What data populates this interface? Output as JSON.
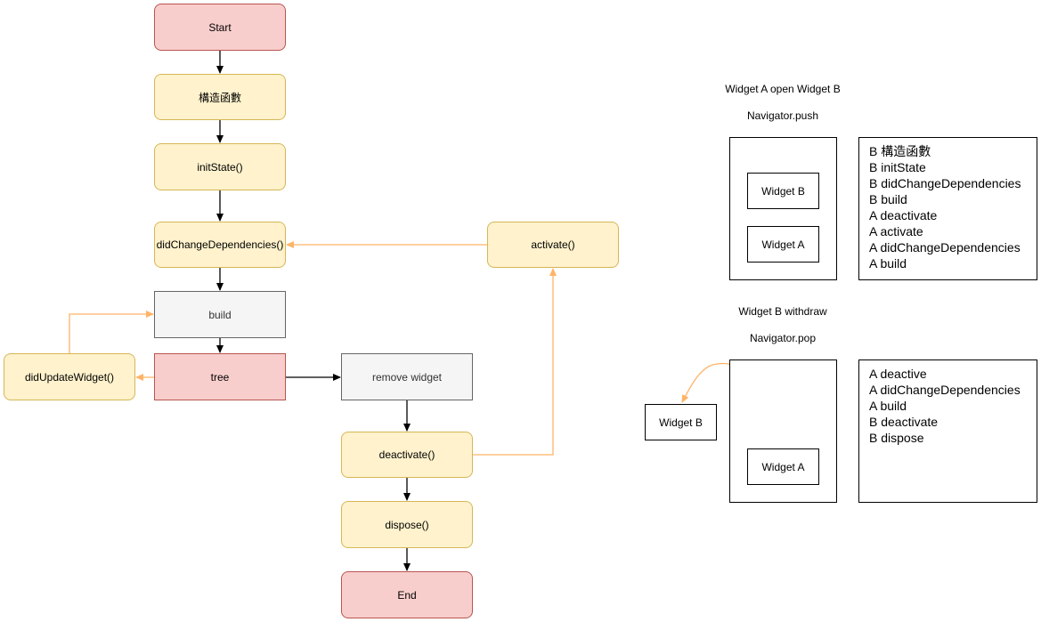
{
  "flow": {
    "start": "Start",
    "constructor": "構造函數",
    "init_state": "initState()",
    "did_change_dependencies": "didChangeDependencies()",
    "build": "build",
    "tree": "tree",
    "did_update_widget": "didUpdateWidget()",
    "remove_widget": "remove widget",
    "deactivate": "deactivate()",
    "activate": "activate()",
    "dispose": "dispose()",
    "end": "End"
  },
  "push_scenario": {
    "title": "Widget A open Widget B",
    "subtitle": "Navigator.push",
    "widget_b": "Widget B",
    "widget_a": "Widget A",
    "log": [
      "B 構造函數",
      "B initState",
      "B didChangeDependencies",
      "B build",
      "A deactivate",
      "A activate",
      "A didChangeDependencies",
      "A build"
    ]
  },
  "pop_scenario": {
    "title": "Widget B withdraw",
    "subtitle": "Navigator.pop",
    "widget_b": "Widget B",
    "widget_a": "Widget A",
    "log": [
      "A deactive",
      "A didChangeDependencies",
      "A build",
      "B deactivate",
      "B dispose"
    ]
  },
  "colors": {
    "edge_black": "#000000",
    "edge_orange": "#ffb366",
    "red_fill": "#f8cecc",
    "yellow_fill": "#fff2cc",
    "gray_fill": "#f5f5f5"
  }
}
